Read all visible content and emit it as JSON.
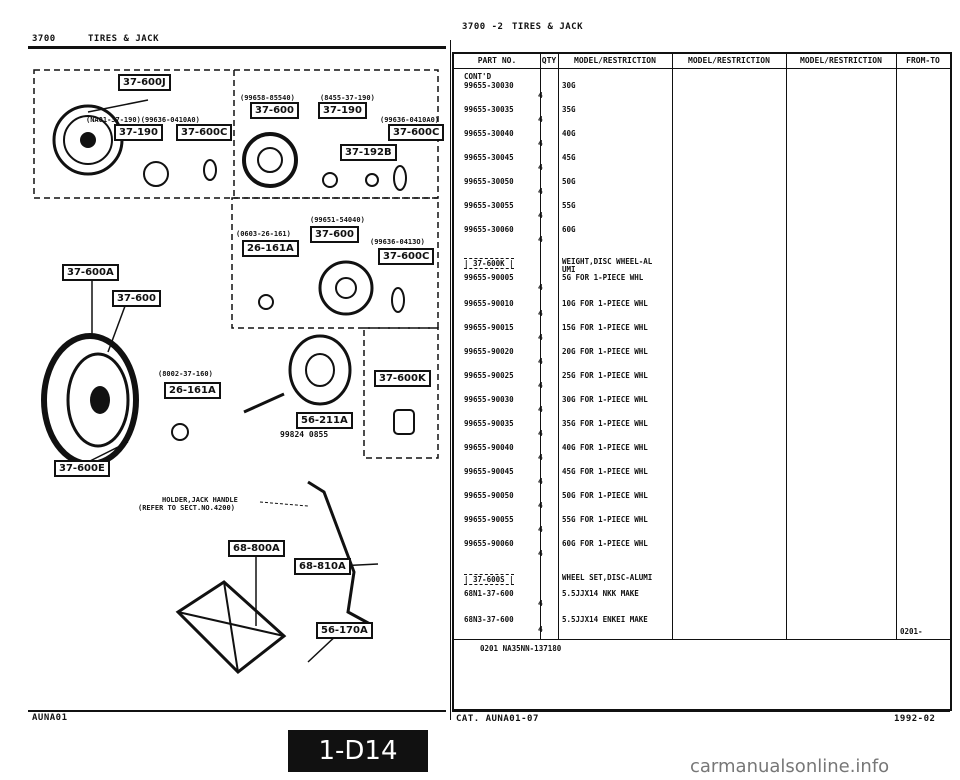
{
  "left_header": {
    "page": "3700",
    "title": "TIRES & JACK"
  },
  "right_header": {
    "page": "3700 -2",
    "title": "TIRES & JACK"
  },
  "callouts": {
    "c1": "37-600J",
    "c2": "37-600",
    "c3": "37-190",
    "c4": "37-190",
    "c5": "37-600C",
    "c6": "37-600C",
    "c7": "37-192B",
    "c8": "37-600",
    "c9": "26-161A",
    "c10": "37-600C",
    "c11": "37-600A",
    "c12": "37-600",
    "c13": "26-161A",
    "c14": "37-600K",
    "c15": "56-211A",
    "c16": "37-600E",
    "c17": "68-800A",
    "c18": "68-810A",
    "c19": "56-170A"
  },
  "notes": {
    "n1": "(NA01-37-190)(99636-0410A0)",
    "n2": "(99658-85540)",
    "n3": "(8455-37-190)",
    "n4": "(99636-0410A0)",
    "n5": "(99651-54040)",
    "n6": "(0603-26-161)",
    "n7": "(99636-0413O)",
    "n8": "(8002-37-160)",
    "n9": "99824 0855",
    "holder1": "HOLDER,JACK HANDLE",
    "holder2": "(REFER TO SECT.NO.4200)"
  },
  "table": {
    "headers": [
      "PART NO.",
      "QTY",
      "MODEL/RESTRICTION",
      "MODEL/RESTRICTION",
      "MODEL/RESTRICTION",
      "FROM-TO"
    ],
    "rows": [
      {
        "part": "CONT'D",
        "qty": "",
        "desc": ""
      },
      {
        "part": "99655-30030",
        "qty": "4",
        "desc": "30G"
      },
      {
        "part": "99655-30035",
        "qty": "4",
        "desc": "35G"
      },
      {
        "part": "99655-30040",
        "qty": "4",
        "desc": "40G"
      },
      {
        "part": "99655-30045",
        "qty": "4",
        "desc": "45G"
      },
      {
        "part": "99655-30050",
        "qty": "4",
        "desc": "50G"
      },
      {
        "part": "99655-30055",
        "qty": "4",
        "desc": "55G"
      },
      {
        "part": "99655-30060",
        "qty": "4",
        "desc": "60G"
      },
      {
        "part": "| 37-600K |",
        "qty": "",
        "desc": "WEIGHT,DISC WHEEL-AL"
      },
      {
        "part": "",
        "qty": "",
        "desc": "UMI"
      },
      {
        "part": "99655-90005",
        "qty": "4",
        "desc": "5G FOR 1-PIECE WHL"
      },
      {
        "part": "99655-90010",
        "qty": "4",
        "desc": "10G FOR 1-PIECE WHL"
      },
      {
        "part": "99655-90015",
        "qty": "4",
        "desc": "15G FOR 1-PIECE WHL"
      },
      {
        "part": "99655-90020",
        "qty": "4",
        "desc": "20G FOR 1-PIECE WHL"
      },
      {
        "part": "99655-90025",
        "qty": "4",
        "desc": "25G FOR 1-PIECE WHL"
      },
      {
        "part": "99655-90030",
        "qty": "4",
        "desc": "30G FOR 1-PIECE WHL"
      },
      {
        "part": "99655-90035",
        "qty": "4",
        "desc": "35G FOR 1-PIECE WHL"
      },
      {
        "part": "99655-90040",
        "qty": "4",
        "desc": "40G FOR 1-PIECE WHL"
      },
      {
        "part": "99655-90045",
        "qty": "4",
        "desc": "45G FOR 1-PIECE WHL"
      },
      {
        "part": "99655-90050",
        "qty": "4",
        "desc": "50G FOR 1-PIECE WHL"
      },
      {
        "part": "99655-90055",
        "qty": "4",
        "desc": "55G FOR 1-PIECE WHL"
      },
      {
        "part": "99655-90060",
        "qty": "4",
        "desc": "60G FOR 1-PIECE WHL"
      },
      {
        "part": "| 37-600S |",
        "qty": "",
        "desc": "WHEEL SET,DISC-ALUMI"
      },
      {
        "part": "68N1-37-600",
        "qty": "4",
        "desc": "5.5JJX14 NKK MAKE"
      },
      {
        "part": "68N3-37-600",
        "qty": "4",
        "desc": "5.5JJX14 ENKEI MAKE",
        "from_to": "0201-"
      }
    ],
    "footnote": "0201 NA35NN-137180"
  },
  "footer": {
    "left_code": "AUNA01",
    "cat": "CAT. AUNA01-07",
    "date": "1992-02",
    "page_tab": "1-D14",
    "watermark": "carmanualsonline.info"
  }
}
